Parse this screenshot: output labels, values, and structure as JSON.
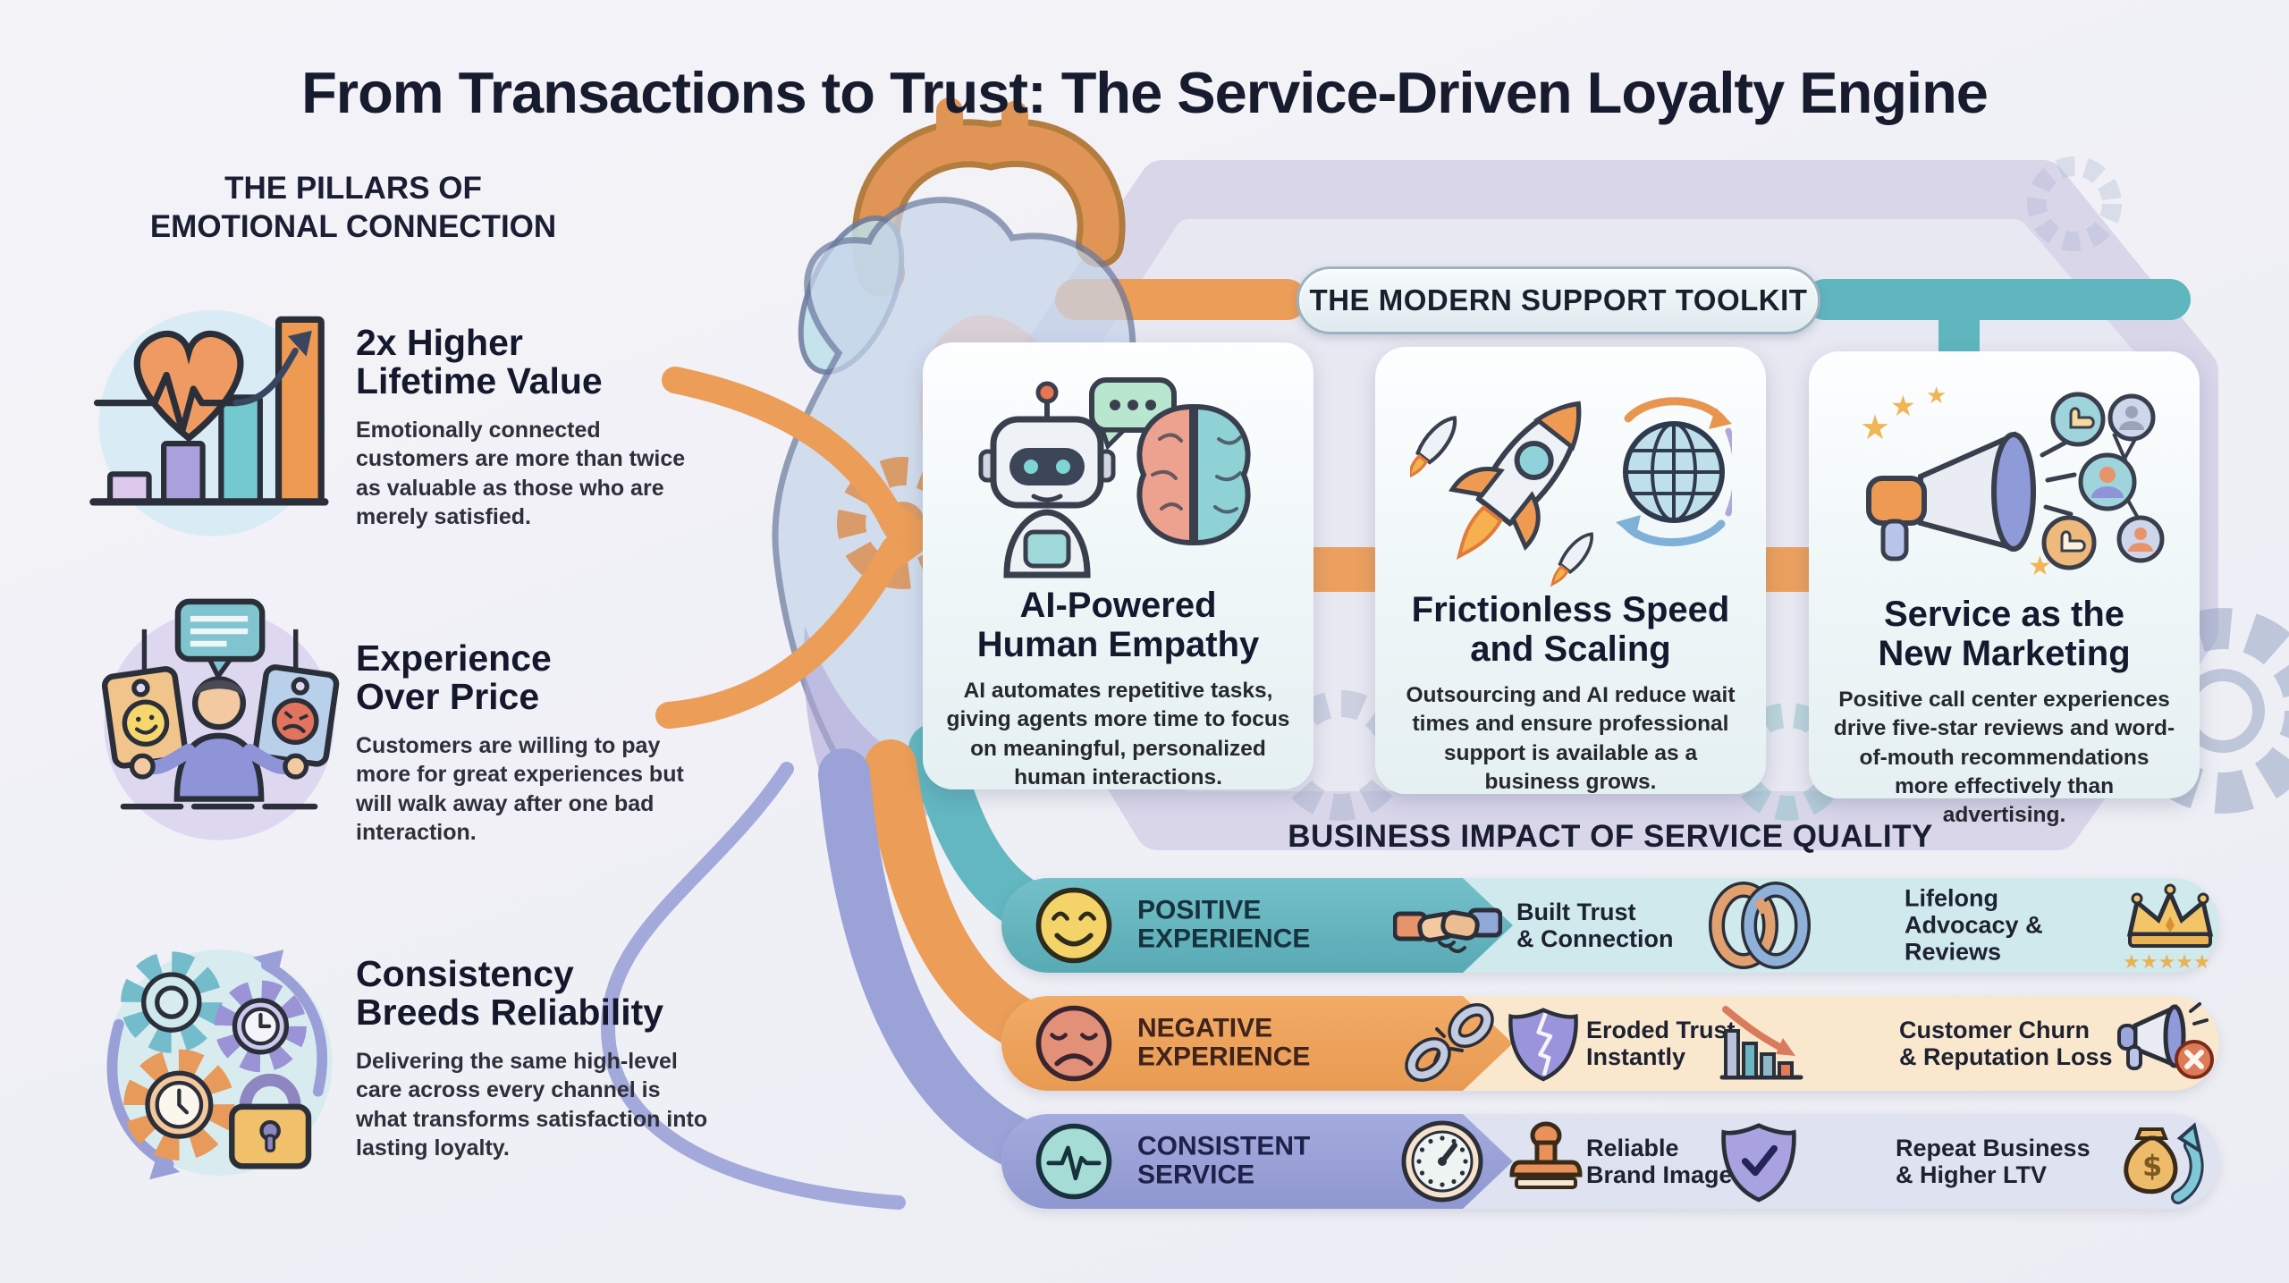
{
  "title": "From Transactions to Trust: The Service-Driven Loyalty Engine",
  "pillars": {
    "heading": "THE PILLARS OF\nEMOTIONAL CONNECTION",
    "items": [
      {
        "icon": "heart-growth-chart-icon",
        "title": "2x Higher\nLifetime Value",
        "description": "Emotionally connected customers are more than twice as valuable as those who are merely satisfied."
      },
      {
        "icon": "person-price-tags-icon",
        "title": "Experience\nOver Price",
        "description": "Customers are willing to pay more for great experiences but will walk away after one bad interaction."
      },
      {
        "icon": "gears-padlock-icon",
        "title": "Consistency\nBreeds Reliability",
        "description": "Delivering the same high-level care across every channel is what transforms satisfaction into lasting loyalty."
      }
    ]
  },
  "toolkit": {
    "heading": "THE MODERN SUPPORT TOOLKIT",
    "cards": [
      {
        "icon": "robot-brain-icon",
        "title": "AI-Powered\nHuman Empathy",
        "description": "AI automates repetitive tasks, giving agents more time to focus on meaningful, personalized human interactions."
      },
      {
        "icon": "rocket-globe-icon",
        "title": "Frictionless Speed\nand Scaling",
        "description": "Outsourcing and AI reduce wait times and ensure professional support is available as a business grows."
      },
      {
        "icon": "megaphone-network-icon",
        "title": "Service as the\nNew Marketing",
        "description": "Positive call center experiences drive five-star reviews and word-of-mouth recommendations more effectively than advertising."
      }
    ]
  },
  "impact": {
    "heading": "BUSINESS IMPACT OF SERVICE QUALITY",
    "rows": [
      {
        "label": "POSITIVE\nEXPERIENCE",
        "label_icon": "smiley-face-icon",
        "chevron_icon": "handshake-icon",
        "outcome_mid": "Built Trust\n& Connection",
        "mid_icon": "interlocked-rings-icon",
        "outcome_end": "Lifelong\nAdvocacy &\nReviews",
        "end_icon": "crown-five-stars-icon",
        "chevron_color": "#63b6c1",
        "band_color": "#cfe9ed"
      },
      {
        "label": "NEGATIVE\nEXPERIENCE",
        "label_icon": "sad-face-icon",
        "chevron_icon": "broken-chain-icon",
        "pre_icon": "cracked-shield-icon",
        "outcome_mid": "Eroded Trust\nInstantly",
        "mid_icon": "declining-chart-icon",
        "outcome_end": "Customer Churn\n& Reputation Loss",
        "end_icon": "megaphone-error-icon",
        "chevron_color": "#efa45f",
        "band_color": "#f9e8cd"
      },
      {
        "label": "CONSISTENT\nSERVICE",
        "label_icon": "pulse-circle-icon",
        "chevron_icon": "gauge-icon",
        "pre_icon": "stamp-icon",
        "outcome_mid": "Reliable\nBrand Image",
        "mid_icon": "shield-check-icon",
        "outcome_end": "Repeat Business\n& Higher LTV",
        "end_icon": "money-bag-growth-icon",
        "chevron_color": "#9ba3d9",
        "band_color": "#dee2f1"
      }
    ]
  },
  "colors": {
    "background": "#f1f2f6",
    "title_text": "#171b2e",
    "accent_orange": "#ec9d58",
    "accent_teal": "#5fb6bf",
    "accent_purple": "#9ba3d9",
    "hexagon_band": "#d8d5ea",
    "card_background": "#eef6f7"
  }
}
